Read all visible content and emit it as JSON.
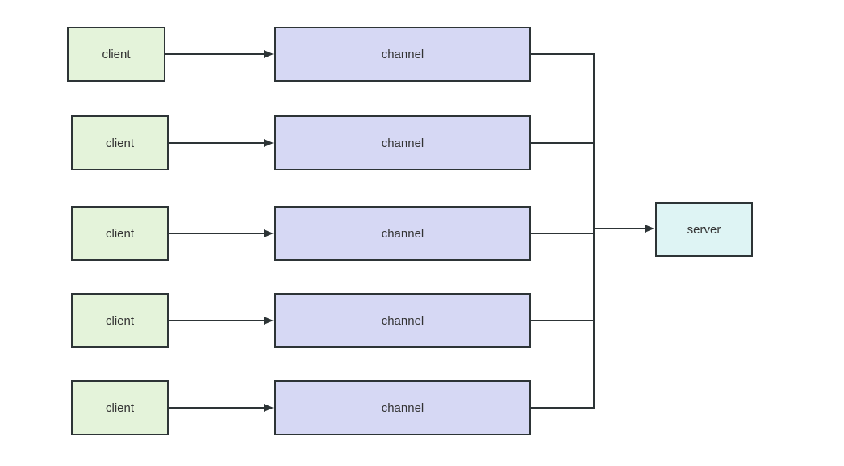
{
  "diagram": {
    "clients": [
      {
        "label": "client"
      },
      {
        "label": "client"
      },
      {
        "label": "client"
      },
      {
        "label": "client"
      },
      {
        "label": "client"
      }
    ],
    "channels": [
      {
        "label": "channel"
      },
      {
        "label": "channel"
      },
      {
        "label": "channel"
      },
      {
        "label": "channel"
      },
      {
        "label": "channel"
      }
    ],
    "server": {
      "label": "server"
    },
    "colors": {
      "client_fill": "#e4f3da",
      "channel_fill": "#d6d8f4",
      "server_fill": "#def4f4",
      "stroke": "#2d3436",
      "text": "#333333",
      "background": "#ffffff"
    }
  }
}
